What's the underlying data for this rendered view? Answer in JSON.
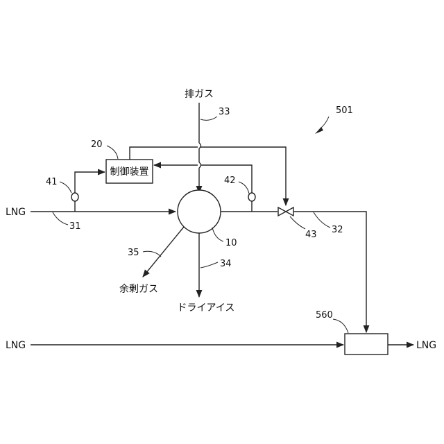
{
  "labels": {
    "exhaust_gas": "排ガス",
    "lng_in_top": "LNG",
    "lng_in_bottom": "LNG",
    "lng_out": "LNG",
    "controller": "制御装置",
    "surplus_gas": "余剰ガス",
    "dry_ice": "ドライアイス"
  },
  "refs": {
    "r501": "501",
    "r33": "33",
    "r20": "20",
    "r41": "41",
    "r42": "42",
    "r31": "31",
    "r10": "10",
    "r43": "43",
    "r32": "32",
    "r35": "35",
    "r34": "34",
    "r560": "560"
  }
}
